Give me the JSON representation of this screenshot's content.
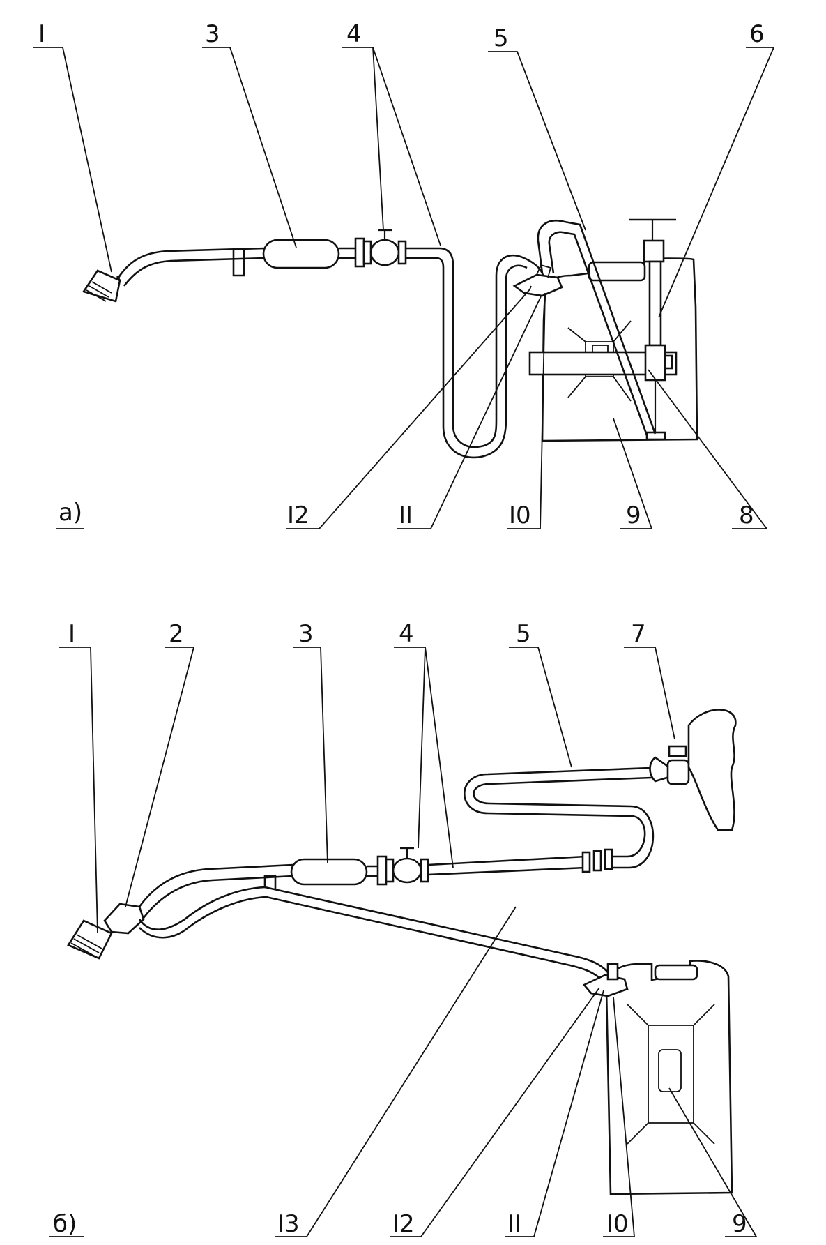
{
  "panel_a": {
    "caption": "а)",
    "labels": {
      "l1": "I",
      "l3": "3",
      "l4": "4",
      "l5": "5",
      "l6": "6",
      "l12": "I2",
      "l11": "II",
      "l10": "I0",
      "l9": "9",
      "l8": "8"
    }
  },
  "panel_b": {
    "caption": "б)",
    "labels": {
      "l1": "I",
      "l2": "2",
      "l3": "3",
      "l4": "4",
      "l5": "5",
      "l7": "7",
      "l13": "I3",
      "l12": "I2",
      "l11": "II",
      "l10": "I0",
      "l9": "9"
    }
  }
}
